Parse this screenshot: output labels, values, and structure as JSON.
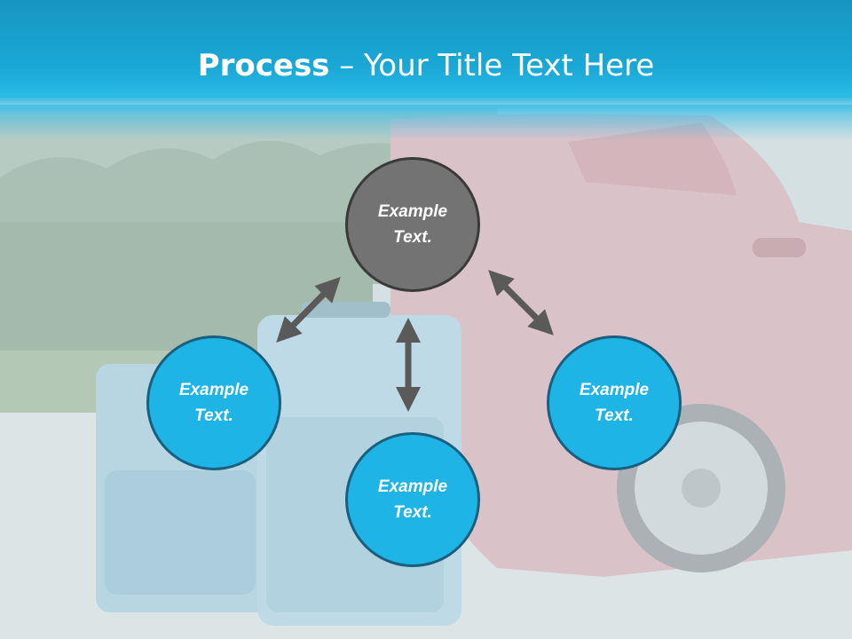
{
  "slide": {
    "title_bold": "Process",
    "title_rest": " – Your Title Text Here"
  },
  "nodes": {
    "top": "Example Text.",
    "left": "Example Text.",
    "bottom": "Example Text.",
    "right": "Example Text."
  },
  "colors": {
    "header": "#1aa8d6",
    "circle_blue": "#1fb4e6",
    "circle_gray": "#737373",
    "arrow": "#5a5a5a"
  }
}
